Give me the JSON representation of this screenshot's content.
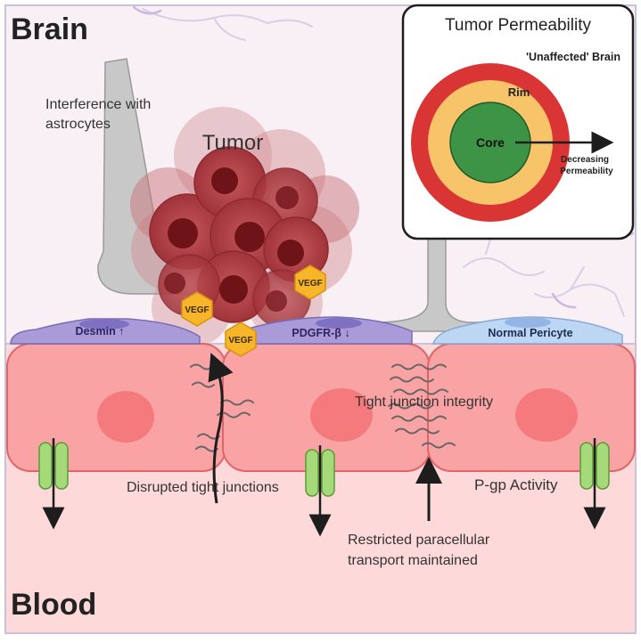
{
  "regions": {
    "brain": "Brain",
    "blood": "Blood"
  },
  "tumor": {
    "label": "Tumor",
    "vegf_labels": [
      "VEGF",
      "VEGF",
      "VEGF"
    ]
  },
  "astrocyte_note": {
    "line1": "Interference with",
    "line2": "astrocytes"
  },
  "pericytes": [
    {
      "label": "Desmin ↑"
    },
    {
      "label": "PDGFR-β ↓"
    },
    {
      "label": "Normal Pericyte"
    }
  ],
  "annotations": {
    "disrupted": "Disrupted tight junctions",
    "integrity": "Tight junction integrity",
    "pgp": "P-gp Activity",
    "restricted_line1": "Restricted paracellular",
    "restricted_line2": "transport  maintained"
  },
  "inset": {
    "title": "Tumor Permeability",
    "unaffected": "'Unaffected' Brain",
    "rim": "Rim",
    "core": "Core",
    "decreasing_line1": "Decreasing",
    "decreasing_line2": "Permeability"
  },
  "colors": {
    "brain_bg": "#f8f0f5",
    "blood_bg": "#fdd9d9",
    "endothelial": "#f9a3a5",
    "nucleus": "#f47a7d",
    "pericyte_purple": "#a99bd8",
    "pericyte_blue": "#bcd6f4",
    "vegf": "#f7b52a",
    "tumor": "#a83a3f",
    "pgp": "#a6d97a",
    "ring_outer": "#d93535",
    "ring_mid": "#f7c46a",
    "ring_core": "#3d9446"
  }
}
